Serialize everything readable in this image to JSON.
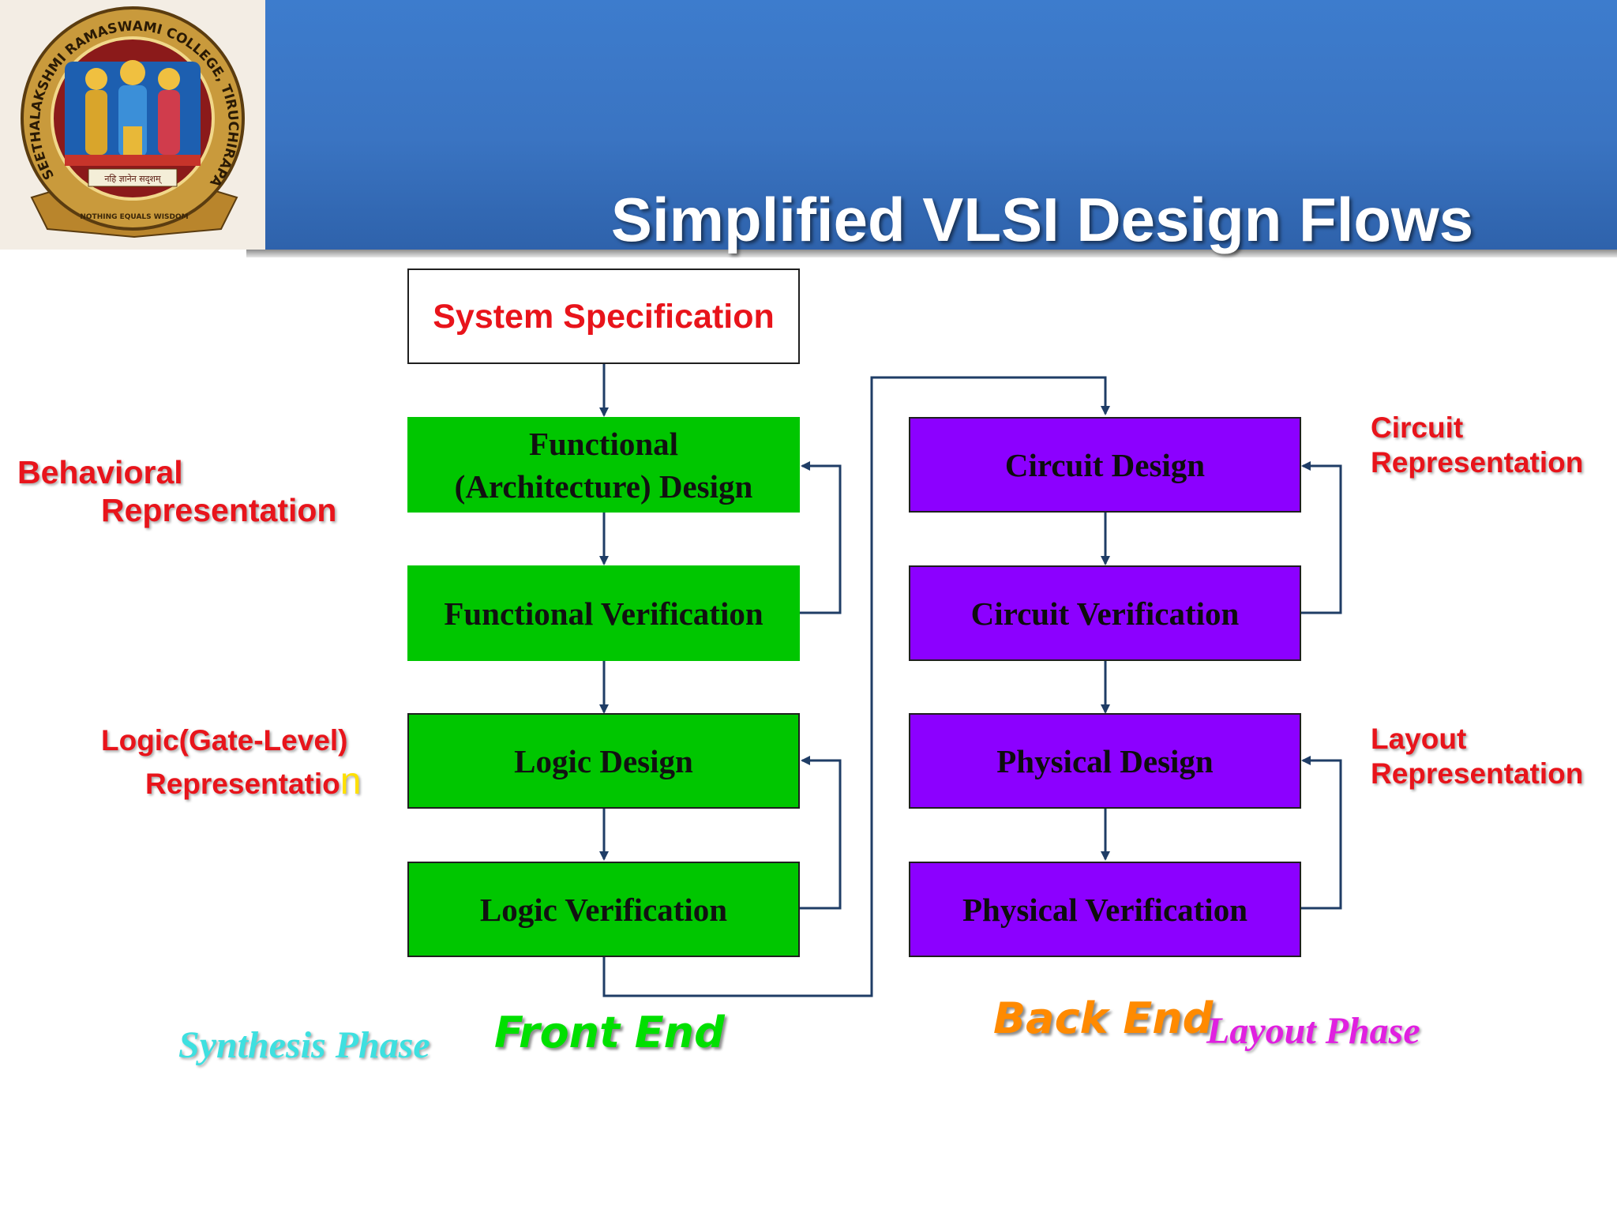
{
  "slide": {
    "title": "Simplified VLSI Design Flows"
  },
  "logo": {
    "ring_text": "SEETHALAKSHMI RAMASWAMI COLLEGE, TIRUCHIRAPALLI",
    "motto_hindi": "नहि ज्ञानेन सदृशम्",
    "motto_english": "NOTHING EQUALS WISDOM"
  },
  "flow": {
    "spec": "System Specification",
    "front_end": [
      {
        "line1": "Functional",
        "line2": "(Architecture) Design"
      },
      {
        "line1": "Functional Verification"
      },
      {
        "line1": "Logic Design"
      },
      {
        "line1": "Logic Verification"
      }
    ],
    "back_end": [
      {
        "line1": "Circuit Design"
      },
      {
        "line1": "Circuit Verification"
      },
      {
        "line1": "Physical Design"
      },
      {
        "line1": "Physical Verification"
      }
    ]
  },
  "labels": {
    "behavioral_1": "Behavioral",
    "behavioral_2": "Representation",
    "logic_1": "Logic(Gate-Level)",
    "logic_2_main": "Representatio",
    "logic_2_last": "n",
    "circuit_1": "Circuit",
    "circuit_2": "Representation",
    "layout_1": "Layout",
    "layout_2": "Representation"
  },
  "phases": {
    "synthesis": "Synthesis Phase",
    "front_end": "Front End",
    "back_end": "Back End",
    "layout": "Layout Phase"
  },
  "colors": {
    "banner": "#3a74c2",
    "front_end_box": "#00c600",
    "back_end_box": "#8c00ff",
    "label_red": "#e8141b",
    "connector": "#1f3d66",
    "synthesis_text": "#3ee0e0",
    "front_end_text": "#00e000",
    "back_end_text": "#ff8a00",
    "layout_text": "#e020e0"
  }
}
